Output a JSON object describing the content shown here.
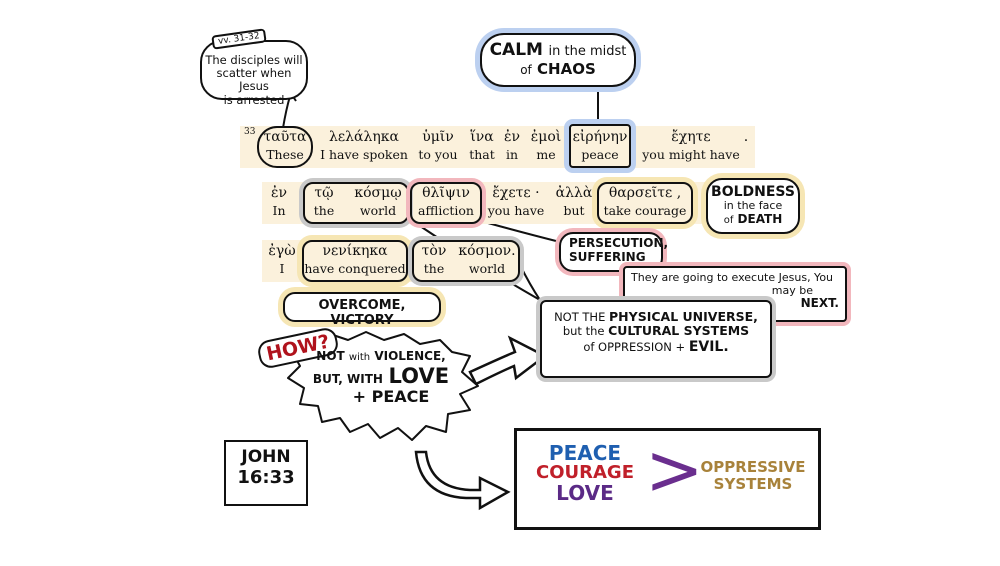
{
  "top_note": {
    "ref": "vv. 31-32",
    "lines": [
      "The disciples will",
      "scatter when Jesus",
      "is arrested"
    ]
  },
  "calm_bubble": {
    "line1_a": "CALM",
    "line1_b": "in the midst",
    "line2_a": "of",
    "line2_b": "CHAOS"
  },
  "verse_number": "33",
  "verse": {
    "row1": [
      {
        "gk": "ταῦτα",
        "en": "These"
      },
      {
        "gk": "λελάληκα",
        "en": "I have spoken"
      },
      {
        "gk": "ὑμῖν",
        "en": "to you"
      },
      {
        "gk": "ἵνα",
        "en": "that"
      },
      {
        "gk": "ἐν",
        "en": "in"
      },
      {
        "gk": "ἐμοὶ",
        "en": "me"
      },
      {
        "gk": "εἰρήνην",
        "en": "peace"
      },
      {
        "gk": "ἔχητε",
        "en": "you might have"
      },
      {
        "gk": ".",
        "en": ""
      }
    ],
    "row2": [
      {
        "gk": "ἐν",
        "en": "In"
      },
      {
        "gk": "τῷ",
        "en": "the"
      },
      {
        "gk": "κόσμῳ",
        "en": "world"
      },
      {
        "gk": "θλῖψιν",
        "en": "affliction"
      },
      {
        "gk": "ἔχετε ·",
        "en": "you have"
      },
      {
        "gk": "ἀλλὰ",
        "en": "but"
      },
      {
        "gk": "θαρσεῖτε ,",
        "en": "take courage"
      }
    ],
    "row3": [
      {
        "gk": "ἐγὼ",
        "en": "I"
      },
      {
        "gk": "νενίκηκα",
        "en": "have conquered"
      },
      {
        "gk": "τὸν",
        "en": "the"
      },
      {
        "gk": "κόσμον.",
        "en": "world"
      }
    ]
  },
  "boldness": {
    "l1": "BOLDNESS",
    "l2": "in the face",
    "l3_a": "of",
    "l3_b": "DEATH"
  },
  "persecution": {
    "l1": "PERSECUTION,",
    "l2": "SUFFERING"
  },
  "execute_note": {
    "l1": "They are going to execute Jesus, You",
    "l2": "may be",
    "l3": "NEXT."
  },
  "world_note": {
    "l1_a": "NOT THE",
    "l1_b": "PHYSICAL UNIVERSE,",
    "l2_a": "but the",
    "l2_b": "CULTURAL SYSTEMS",
    "l3_a": "of OPPRESSION +",
    "l3_b": "EVIL."
  },
  "overcome": "OVERCOME, VICTORY",
  "how": "HOW?",
  "not_violence": {
    "l1_a": "NOT",
    "l1_b": "with",
    "l1_c": "VIOLENCE,",
    "l2_a": "BUT, WITH",
    "l2_b": "LOVE",
    "l3": "+ PEACE"
  },
  "reference": {
    "l1": "JOHN",
    "l2": "16:33"
  },
  "summary": {
    "left": [
      "PEACE",
      "COURAGE",
      "LOVE"
    ],
    "symbol": ">",
    "right": [
      "OPPRESSIVE",
      "SYSTEMS"
    ],
    "colors": {
      "peace": "#1f5fb0",
      "courage": "#c0202a",
      "love": "#5b2a86",
      "symbol": "#6a2e8e",
      "systems": "#a8823a"
    }
  }
}
